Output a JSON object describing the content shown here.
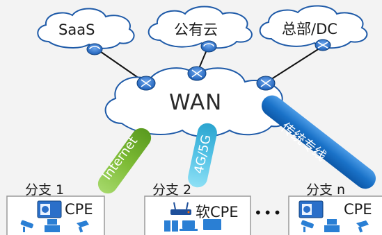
{
  "clouds": {
    "saas": "SaaS",
    "public": "公有云",
    "hq": "总部/DC",
    "wan": "WAN"
  },
  "links": {
    "internet": "Internet",
    "mobile": "4G/5G",
    "dedicated": "传统专线"
  },
  "branches": [
    {
      "title": "分支 1",
      "device": "CPE"
    },
    {
      "title": "分支 2",
      "device": "软CPE"
    },
    {
      "title": "分支 n",
      "device": "CPE"
    }
  ],
  "ellipsis": "•••",
  "colors": {
    "cloud_stroke": "#1e5aa8",
    "router_blue": "#2a6fc9",
    "internet_tube": "#8cc63f",
    "mobile_tube": "#5ec7e6",
    "dedicated_tube": "#1a75c9"
  }
}
